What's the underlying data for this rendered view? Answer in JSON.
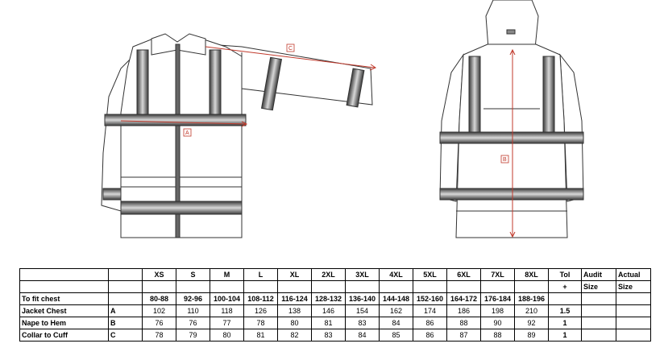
{
  "measure_labels": {
    "a": "A",
    "b": "B",
    "c": "C"
  },
  "table": {
    "header_row1": [
      "XS",
      "S",
      "M",
      "L",
      "XL",
      "2XL",
      "3XL",
      "4XL",
      "5XL",
      "6XL",
      "7XL",
      "8XL",
      "Tol",
      "Audit",
      "Actual"
    ],
    "header_row2": [
      "",
      "",
      "",
      "",
      "",
      "",
      "",
      "",
      "",
      "",
      "",
      "",
      "+",
      "Size",
      "Size"
    ],
    "fit_chest_label": "To fit chest",
    "fit_chest": [
      "80-88",
      "92-96",
      "100-104",
      "108-112",
      "116-124",
      "128-132",
      "136-140",
      "144-148",
      "152-160",
      "164-172",
      "176-184",
      "188-196"
    ],
    "rows": [
      {
        "label": "Jacket Chest",
        "code": "A",
        "values": [
          "102",
          "110",
          "118",
          "126",
          "138",
          "146",
          "154",
          "162",
          "174",
          "186",
          "198",
          "210"
        ],
        "tol": "1.5"
      },
      {
        "label": "Nape to Hem",
        "code": "B",
        "values": [
          "76",
          "76",
          "77",
          "78",
          "80",
          "81",
          "83",
          "84",
          "86",
          "88",
          "90",
          "92"
        ],
        "tol": "1"
      },
      {
        "label": "Collar to Cuff",
        "code": "C",
        "values": [
          "78",
          "79",
          "80",
          "81",
          "82",
          "83",
          "84",
          "85",
          "86",
          "87",
          "88",
          "89"
        ],
        "tol": "1"
      }
    ]
  }
}
